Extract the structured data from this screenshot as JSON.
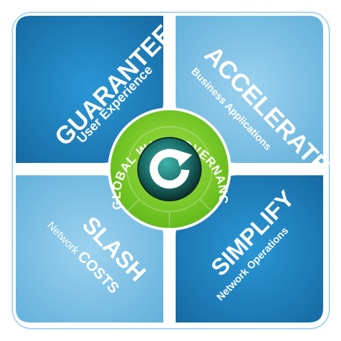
{
  "colors": {
    "frame_border": "#a9d6ee",
    "dark_blue": "#1b7fbf",
    "light_blue": "#7cc0e6",
    "green_outer": "#7ed321",
    "green_inner": "#5fb418",
    "hub_dark": "#0f3d3a",
    "hub_teal": "#1f8f8a"
  },
  "center": {
    "ring_label": "GLOBAL WAN GOVERNANCE",
    "icon": "refresh-cycle-icon"
  },
  "quadrants": {
    "top_left": {
      "title": "GUARANTEE",
      "subtitle": "User Experience"
    },
    "top_right": {
      "title": "ACCELERATE",
      "subtitle": "Business Applications"
    },
    "bottom_left": {
      "title": "SLASH",
      "subtitle_prefix": "Network ",
      "subtitle_emph": "COSTS"
    },
    "bottom_right": {
      "title": "SIMPLIFY",
      "subtitle": "Network Operations"
    }
  }
}
